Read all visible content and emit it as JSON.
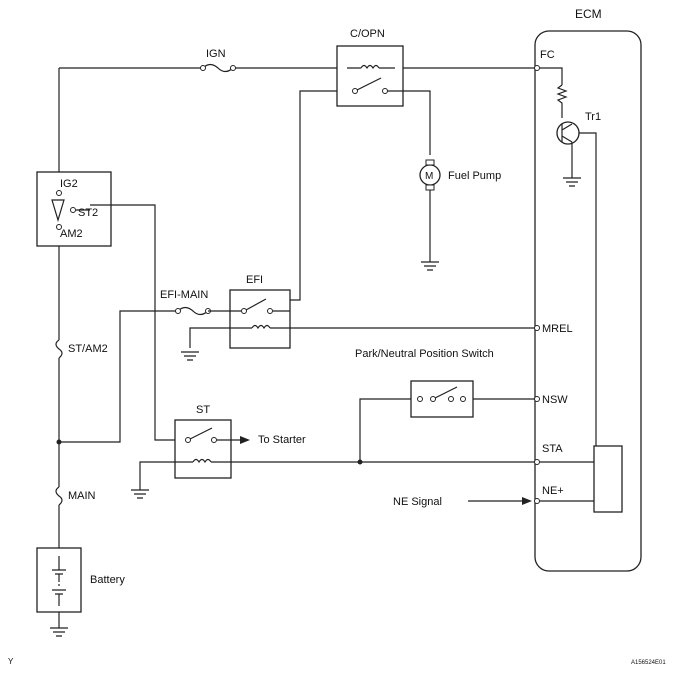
{
  "labels": {
    "ecm": "ECM",
    "fc": "FC",
    "tr1": "Tr1",
    "c_opn": "C/OPN",
    "ign": "IGN",
    "fuel_pump": "Fuel Pump",
    "motor": "M",
    "ig2": "IG2",
    "st2": "ST2",
    "am2": "AM2",
    "efi_main": "EFI-MAIN",
    "efi": "EFI",
    "mrel": "MREL",
    "park_neutral": "Park/Neutral Position Switch",
    "nsw": "NSW",
    "st_am2": "ST/AM2",
    "st": "ST",
    "to_starter": "To Starter",
    "sta": "STA",
    "main": "MAIN",
    "ne_signal": "NE Signal",
    "ne_plus": "NE+",
    "battery": "Battery",
    "corner_left": "Y",
    "corner_right": "A156524E01"
  }
}
